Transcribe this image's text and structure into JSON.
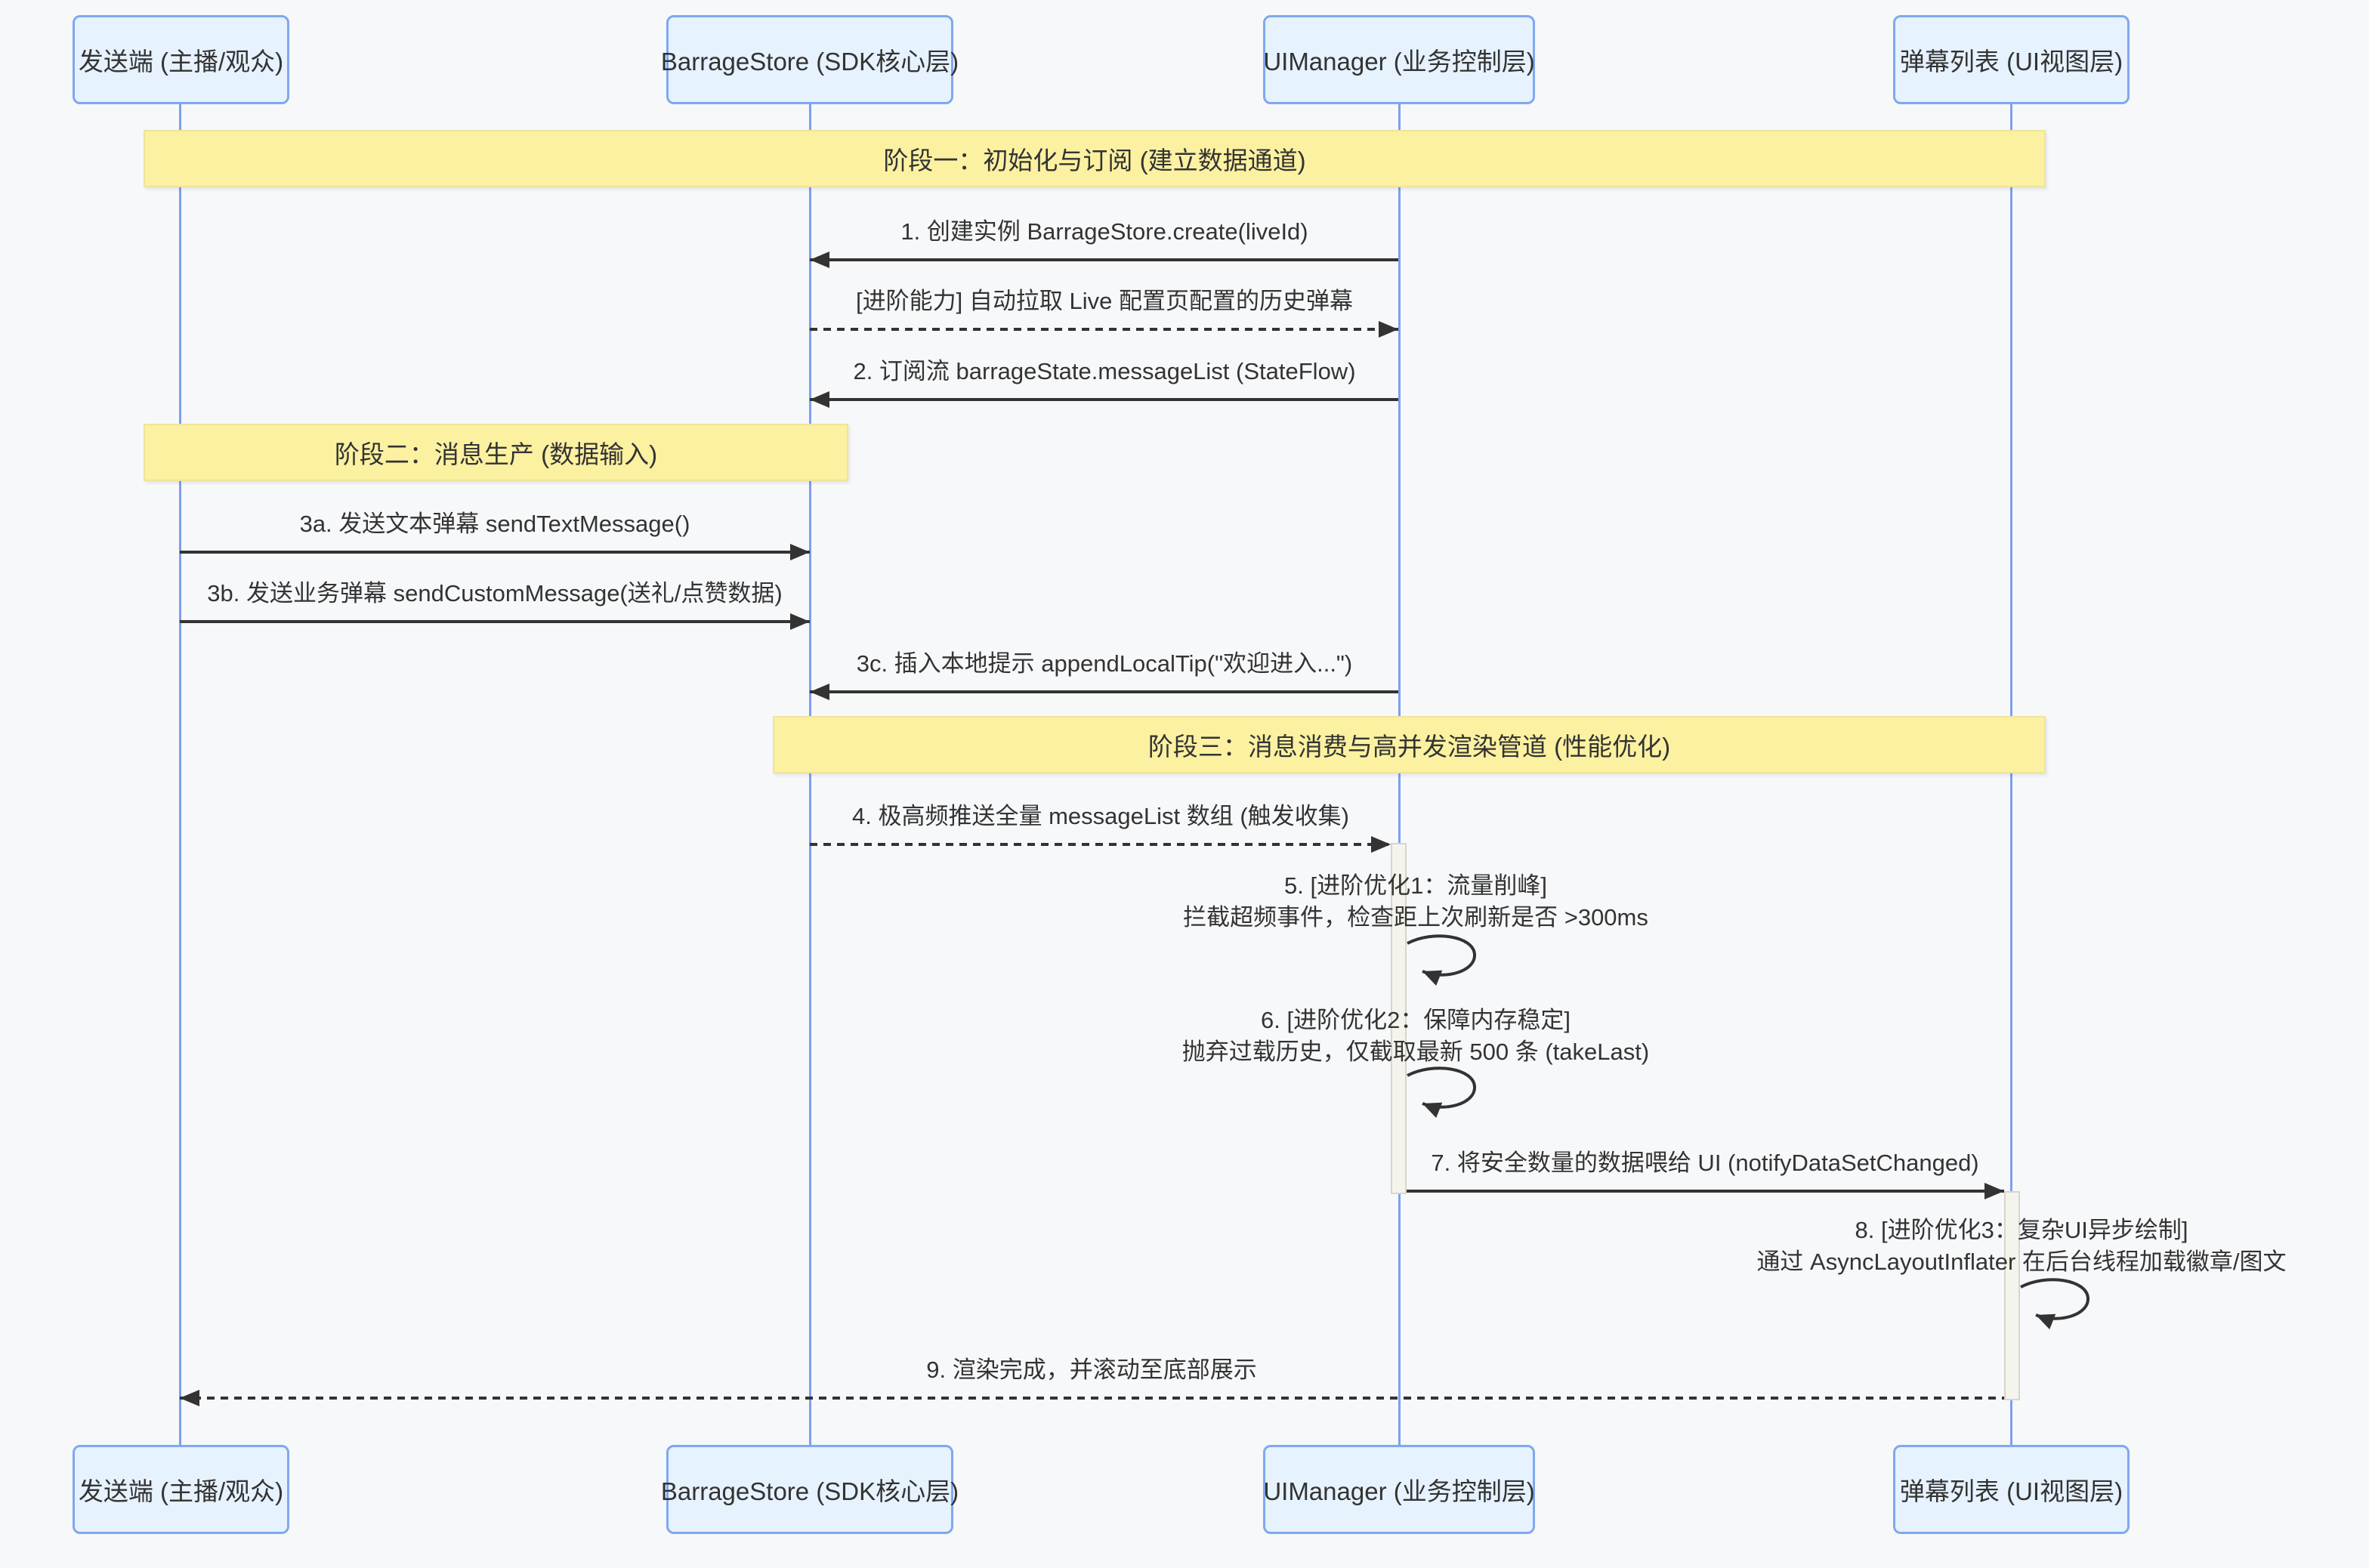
{
  "diagram_type": "sequence-diagram",
  "colors": {
    "background": "#F7F8FA",
    "actor_fill": "#E6F2FD",
    "actor_border": "#7FA8F0",
    "lifeline": "#7D9FF0",
    "phase_fill": "#FBF1A1",
    "text": "#333333",
    "arrow": "#333333",
    "activation_fill": "#F4F4ED"
  },
  "actors": [
    {
      "id": "sender",
      "label": "发送端 (主播/观众)"
    },
    {
      "id": "barrage-store",
      "label": "BarrageStore (SDK核心层)"
    },
    {
      "id": "ui-manager",
      "label": "UIManager (业务控制层)"
    },
    {
      "id": "barrage-list",
      "label": "弹幕列表 (UI视图层)"
    }
  ],
  "phases": [
    {
      "label": "阶段一：初始化与订阅 (建立数据通道)"
    },
    {
      "label": "阶段二：消息生产 (数据输入)"
    },
    {
      "label": "阶段三：消息消费与高并发渲染管道 (性能优化)"
    }
  ],
  "messages": [
    {
      "from": "ui-manager",
      "to": "barrage-store",
      "style": "solid",
      "lines": [
        "1. 创建实例 BarrageStore.create(liveId)"
      ]
    },
    {
      "from": "barrage-store",
      "to": "ui-manager",
      "style": "dashed",
      "lines": [
        "[进阶能力] 自动拉取 Live 配置页配置的历史弹幕"
      ]
    },
    {
      "from": "ui-manager",
      "to": "barrage-store",
      "style": "solid",
      "lines": [
        "2. 订阅流 barrageState.messageList (StateFlow)"
      ]
    },
    {
      "from": "sender",
      "to": "barrage-store",
      "style": "solid",
      "lines": [
        "3a. 发送文本弹幕 sendTextMessage()"
      ]
    },
    {
      "from": "sender",
      "to": "barrage-store",
      "style": "solid",
      "lines": [
        "3b. 发送业务弹幕 sendCustomMessage(送礼/点赞数据)"
      ]
    },
    {
      "from": "ui-manager",
      "to": "barrage-store",
      "style": "solid",
      "lines": [
        "3c. 插入本地提示 appendLocalTip(\"欢迎进入...\")"
      ]
    },
    {
      "from": "barrage-store",
      "to": "ui-manager",
      "style": "dashed",
      "lines": [
        "4. 极高频推送全量 messageList 数组 (触发收集)"
      ]
    },
    {
      "from": "ui-manager",
      "to": "ui-manager",
      "style": "self",
      "lines": [
        "5. [进阶优化1：流量削峰]",
        "拦截超频事件，检查距上次刷新是否 >300ms"
      ]
    },
    {
      "from": "ui-manager",
      "to": "ui-manager",
      "style": "self",
      "lines": [
        "6. [进阶优化2：保障内存稳定]",
        "抛弃过载历史，仅截取最新 500 条 (takeLast)"
      ]
    },
    {
      "from": "ui-manager",
      "to": "barrage-list",
      "style": "solid",
      "lines": [
        "7. 将安全数量的数据喂给 UI (notifyDataSetChanged)"
      ]
    },
    {
      "from": "barrage-list",
      "to": "barrage-list",
      "style": "self",
      "lines": [
        "8. [进阶优化3：复杂UI异步绘制]",
        "通过 AsyncLayoutInflater 在后台线程加载徽章/图文"
      ]
    },
    {
      "from": "barrage-list",
      "to": "sender",
      "style": "dashed",
      "lines": [
        "9. 渲染完成，并滚动至底部展示"
      ]
    }
  ]
}
